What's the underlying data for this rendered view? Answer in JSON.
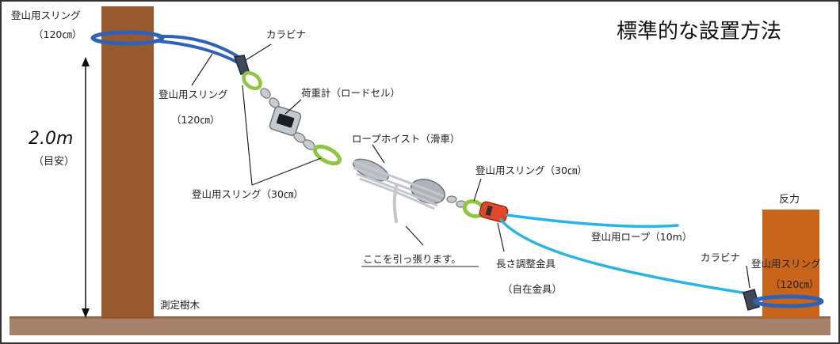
{
  "title": "標準的な設置方法",
  "height_value": "2.0m",
  "height_note": "（目安）",
  "labels": {
    "sling_left_top": "登山用スリング",
    "sling_left_top_size": "（120㎝）",
    "carabiner_top": "カラビナ",
    "sling_120": "登山用スリング",
    "sling_120_size": "（120㎝）",
    "load_cell": "荷重計（ロードセル）",
    "rope_hoist": "ロープホイスト（滑車）",
    "sling_30_left": "登山用スリング（30㎝）",
    "sling_30_right": "登山用スリング（30㎝）",
    "pull_here": "ここを引っ張ります。",
    "adjuster": "長さ調整金具",
    "adjuster_note": "（自在金具）",
    "rope": "登山用ロープ（10m）",
    "carabiner_right": "カラビナ",
    "sling_right": "登山用スリング",
    "sling_right_size": "（120㎝）",
    "reaction": "反力",
    "tree": "測定樹木"
  },
  "colors": {
    "tree_trunk": "#99592f",
    "reaction_post": "#c8651a",
    "ground": "#a8816a",
    "sling_blue": "#2f62b7",
    "sling_green": "#8dc63f",
    "rope_cyan": "#2ab3e6",
    "adjuster_red": "#e0482a"
  },
  "icons": [
    "carabiner-icon",
    "load-cell-icon",
    "pulley-icon",
    "adjuster-icon"
  ]
}
